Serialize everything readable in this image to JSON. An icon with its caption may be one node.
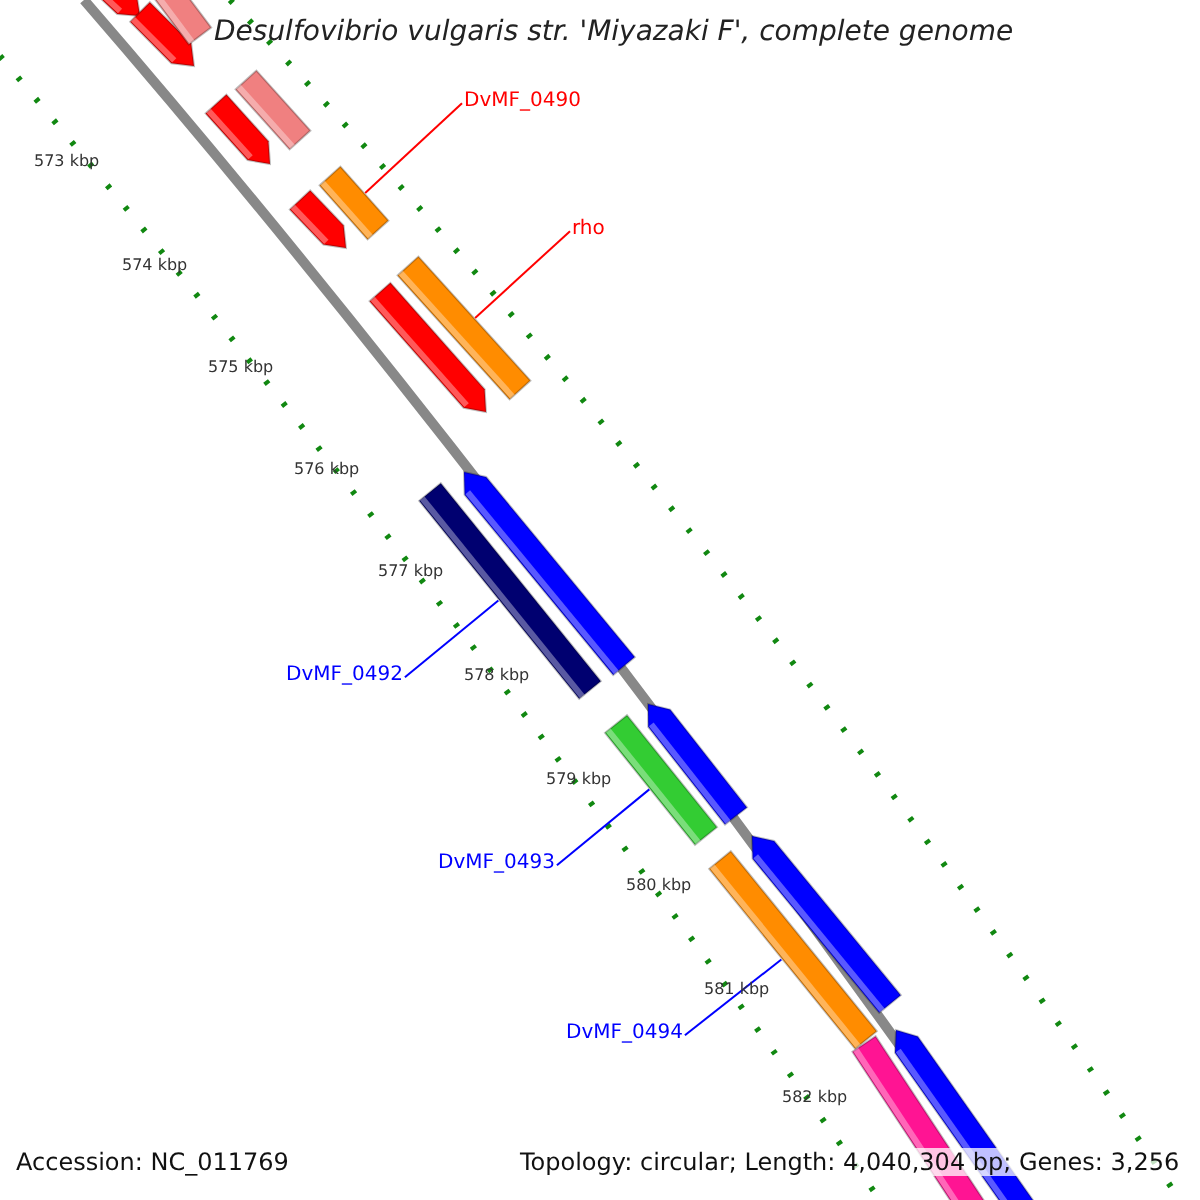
{
  "diagram": {
    "title": "Desulfovibrio vulgaris str. 'Miyazaki F', complete genome",
    "nodes": [
      {
        "text": [
          "DvMF_0490"
        ]
      },
      {
        "text": [
          "rho"
        ]
      },
      {
        "text": [
          "DvMF_0492"
        ]
      },
      {
        "text": [
          "DvMF_0493"
        ]
      },
      {
        "text": [
          "DvMF_0494"
        ]
      },
      {
        "text": [],
        "shape": "bar"
      },
      {
        "text": [],
        "shape": "bar"
      },
      {
        "text": [],
        "shape": "bar"
      },
      {
        "text": [],
        "shape": "bar"
      },
      {
        "text": [],
        "shape": "bar"
      }
    ],
    "edges": [
      {
        "from": 0,
        "to": 5,
        "arrow": "none",
        "color": "#ff0000"
      },
      {
        "from": 1,
        "to": 6,
        "arrow": "none",
        "color": "#ff0000"
      },
      {
        "from": 2,
        "to": 7,
        "arrow": "none"
      },
      {
        "from": 3,
        "to": 8,
        "arrow": "none"
      },
      {
        "from": 4,
        "to": 9,
        "arrow": "none"
      }
    ],
    "labels": [
      "573 kbp",
      "574 kbp",
      "575 kbp",
      "576 kbp",
      "577 kbp",
      "578 kbp",
      "579 kbp",
      "580 kbp",
      "581 kbp",
      "582 kbp",
      "Accession: NC_011769",
      "Topology: circular; Length: 4,040,304 bp; Genes: 3,256"
    ]
  }
}
